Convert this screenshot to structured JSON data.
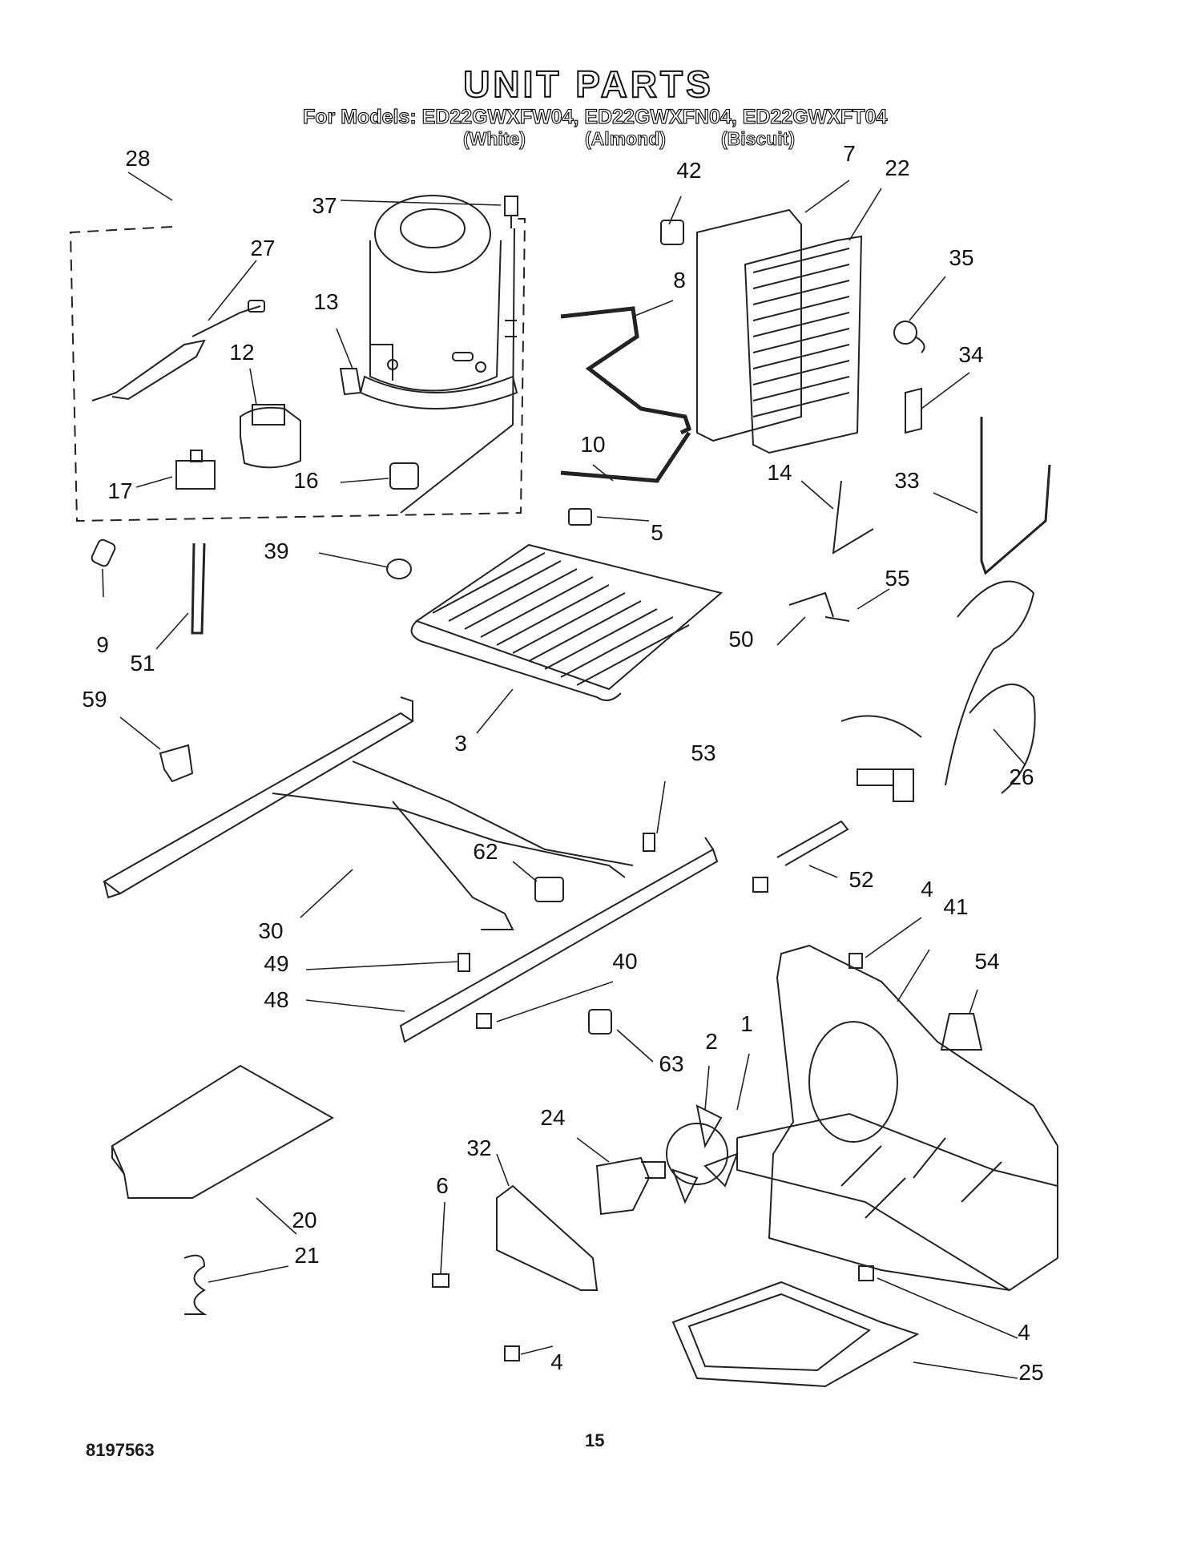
{
  "title": "UNIT PARTS",
  "subtitle": "For Models: ED22GWXFW04, ED22GWXFN04, ED22GWXFT04",
  "model_colors": [
    "(White)",
    "(Almond)",
    "(Biscuit)"
  ],
  "callouts": {
    "c28": "28",
    "c37": "37",
    "c27": "27",
    "c13": "13",
    "c12": "12",
    "c17": "17",
    "c16": "16",
    "c42": "42",
    "c7": "7",
    "c22": "22",
    "c8": "8",
    "c35": "35",
    "c34": "34",
    "c10": "10",
    "c14": "14",
    "c33": "33",
    "c5": "5",
    "c39": "39",
    "c9": "9",
    "c51": "51",
    "c55": "55",
    "c50": "50",
    "c59": "59",
    "c3": "3",
    "c26": "26",
    "c53": "53",
    "c62": "62",
    "c52": "52",
    "c30": "30",
    "c4a": "4",
    "c41": "41",
    "c49": "49",
    "c40": "40",
    "c54": "54",
    "c48": "48",
    "c63": "63",
    "c2": "2",
    "c1": "1",
    "c24": "24",
    "c32": "32",
    "c20": "20",
    "c6": "6",
    "c21": "21",
    "c4b": "4",
    "c25": "25",
    "c4c": "4"
  },
  "footer": {
    "doc_number": "8197563",
    "page_number": "15"
  }
}
